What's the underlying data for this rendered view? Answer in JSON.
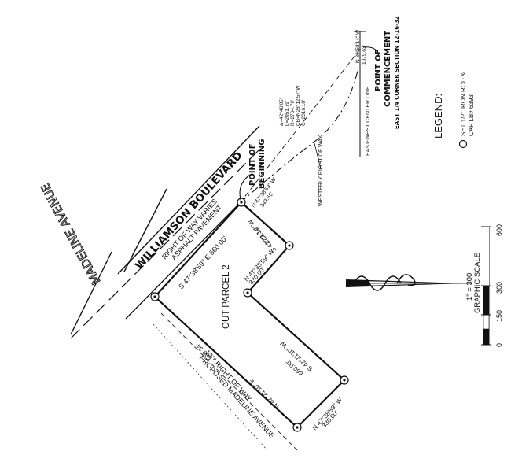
{
  "labels": {
    "williamson": "WILLIAMSON BOULEVARD",
    "row_varies": "RIGHT OF WAY VARIES",
    "asphalt": "ASPHALT PAVEMENT",
    "madeline": "MADELINE AVENUE",
    "proposed": "PROPOSED MADELINE AVENUE",
    "proposed_row": "120' RIGHT OF WAY",
    "pob_1": "POINT OF",
    "pob_2": "BEGINNING",
    "poc_1": "POINT OF",
    "poc_2": "COMMENCEMENT",
    "poc_3": "EAST 1/4 CORNER SECTION 12-16-32",
    "ew_line": "EAST-WEST CENTER LINE",
    "westerly_row": "WESTERLY RIGHT OF WAY",
    "out_parcel": "OUT PARCEL 2",
    "legend": "LEGEND:",
    "legend_item_1": "SET 1/2\" IRON ROD &",
    "legend_item_2": "CAP LB# 6393",
    "scale_title": "GRAPHIC SCALE",
    "scale_ratio": "1\" = 300'",
    "scale_ticks": [
      "0",
      "150",
      "300",
      "600"
    ]
  },
  "courses": {
    "c1_bearing": "S 47°38'59\" E  660.00'",
    "c2_bearing": "S 42°21'10\" W",
    "c2_dist": "329.34'",
    "c3_bearing": "N 47°38'59\" W",
    "c3_dist": "330.00'",
    "c4_bearing": "S 42°21'10\" W",
    "c4_dist": "660.00'",
    "c5_bearing": "N 47°38'59\" W",
    "c5_dist": "330.00'",
    "c6_bearing": "N 42°21'10\" E",
    "c6_dist": "989.34'",
    "tie_bearing": "N 47°38'59\" W",
    "tie_dist": "343.66'",
    "poc_bearing": "N 89°58'14\" W",
    "poc_dist": "1079.63'"
  },
  "curve": {
    "delta": "Δ=42°46'05\"",
    "length": "L=2051.79'",
    "radius": "R=2764.79'",
    "chord_bearing": "CB=N28°12'57\"W",
    "chord": "C=2016.18'"
  }
}
